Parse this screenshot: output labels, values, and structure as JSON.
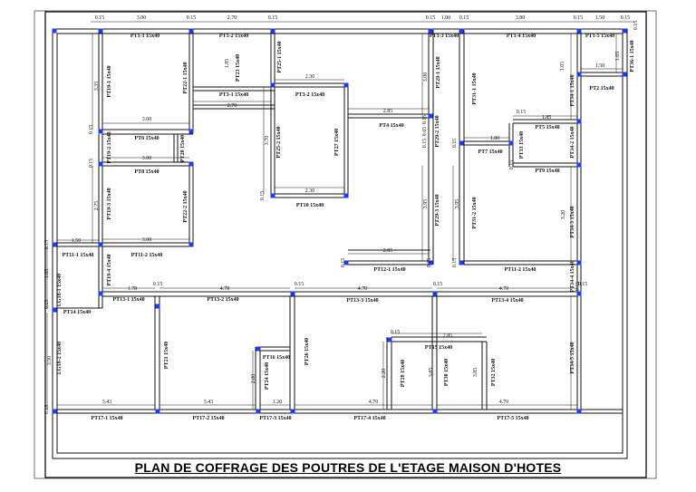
{
  "title": "PLAN DE COFFRAGE DES POUTRES DE L'ETAGE MAISON D'HOTES",
  "colors": {
    "line": "#111111",
    "column": "#1a3cff",
    "background": "#ffffff"
  },
  "beams_h": [
    {
      "id": "pt1-1",
      "text": "PT1-1 15x40"
    },
    {
      "id": "pt1-2",
      "text": "PT1-2 15x40"
    },
    {
      "id": "pt1-3",
      "text": "PT1-3 15x40"
    },
    {
      "id": "pt1-4",
      "text": "PT1-4 15x40"
    },
    {
      "id": "pt1-5",
      "text": "PT1-5 15x40"
    },
    {
      "id": "pt2",
      "text": "PT2 15x40"
    },
    {
      "id": "pt3-1",
      "text": "PT3-1 15x40"
    },
    {
      "id": "pt3-2",
      "text": "PT3-2 15x40"
    },
    {
      "id": "pt4",
      "text": "PT4 15x40"
    },
    {
      "id": "pt5",
      "text": "PT5 15x40"
    },
    {
      "id": "pt6",
      "text": "PT6 15x40"
    },
    {
      "id": "pt7",
      "text": "PT7 15x40"
    },
    {
      "id": "pt8",
      "text": "PT8 15x40"
    },
    {
      "id": "pt9",
      "text": "PT9 15x40"
    },
    {
      "id": "pt10",
      "text": "PT10 15x40"
    },
    {
      "id": "pt11-1",
      "text": "PT11-1 15x40"
    },
    {
      "id": "pt11-2a",
      "text": "PT11-2 15x40"
    },
    {
      "id": "pt12-1",
      "text": "PT12-1 15x40"
    },
    {
      "id": "pt11-2b",
      "text": "PT11-2 15x40"
    },
    {
      "id": "pt14",
      "text": "PT14 15x40"
    },
    {
      "id": "pt13-1",
      "text": "PT13-1 15x40"
    },
    {
      "id": "pt13-2",
      "text": "PT13-2 15x40"
    },
    {
      "id": "pt13-3",
      "text": "PT13-3 15x40"
    },
    {
      "id": "pt13-4",
      "text": "PT13-4 15x40"
    },
    {
      "id": "pt15",
      "text": "PT15 15x40"
    },
    {
      "id": "pt16",
      "text": "PT16 15x40"
    },
    {
      "id": "pt17-1",
      "text": "PT17-1 15x40"
    },
    {
      "id": "pt17-2",
      "text": "PT17-2 15x40"
    },
    {
      "id": "pt17-3",
      "text": "PT17-3 15x40"
    },
    {
      "id": "pt17-4",
      "text": "PT17-4 15x40"
    },
    {
      "id": "pt17-5",
      "text": "PT17-5 15x40"
    }
  ],
  "beams_v": [
    {
      "id": "pt19-1",
      "text": "PT19-1 15x40"
    },
    {
      "id": "pt22-1",
      "text": "PT22-1 15x40"
    },
    {
      "id": "pt23",
      "text": "PT23 15x40"
    },
    {
      "id": "pt25-1",
      "text": "PT25-1 15x40"
    },
    {
      "id": "pt25-2",
      "text": "PT25-2 15x40"
    },
    {
      "id": "pt27",
      "text": "PT27 15x40"
    },
    {
      "id": "pt29-1",
      "text": "PT29-1 15x40"
    },
    {
      "id": "pt29-2",
      "text": "PT29-2 15x40"
    },
    {
      "id": "pt29-3",
      "text": "PT29-3 15x40"
    },
    {
      "id": "pt31-1",
      "text": "PT31-1 15x40"
    },
    {
      "id": "pt31-2",
      "text": "PT31-2 15x40"
    },
    {
      "id": "pt33",
      "text": "PT33 15x40"
    },
    {
      "id": "pt34-1",
      "text": "PT34-1 15x40"
    },
    {
      "id": "pt34-2",
      "text": "PT34-2 15x40"
    },
    {
      "id": "pt34-3",
      "text": "PT34-3 15x40"
    },
    {
      "id": "pt34-4",
      "text": "PT34-4 15x40"
    },
    {
      "id": "pt34-5",
      "text": "PT34-5 15x40"
    },
    {
      "id": "pt36-1",
      "text": "PT36-1 15x40"
    },
    {
      "id": "pt19-2",
      "text": "PT19-2 15x40"
    },
    {
      "id": "pt19-3",
      "text": "PT19-3 15x40"
    },
    {
      "id": "pt19-4",
      "text": "PT19-4 15x40"
    },
    {
      "id": "pt20",
      "text": "PT20 15x40"
    },
    {
      "id": "pt22-2",
      "text": "PT22-2 15x40"
    },
    {
      "id": "lg18-1",
      "text": "LG18-1 15x40"
    },
    {
      "id": "lg18-2",
      "text": "LG18-2 15x40"
    },
    {
      "id": "pt21",
      "text": "PT21 15x40"
    },
    {
      "id": "pt24",
      "text": "PT24 15x40"
    },
    {
      "id": "pt26",
      "text": "PT26 15x40"
    },
    {
      "id": "pt28",
      "text": "PT28 15x40"
    },
    {
      "id": "pt30",
      "text": "PT30 15x40"
    },
    {
      "id": "pt32",
      "text": "PT32 15x40"
    }
  ],
  "dims_h": [
    {
      "id": "d1",
      "text": "0.15"
    },
    {
      "id": "d2",
      "text": "3.00"
    },
    {
      "id": "d3",
      "text": "0.15"
    },
    {
      "id": "d4",
      "text": "2.70"
    },
    {
      "id": "d5",
      "text": "0.15"
    },
    {
      "id": "d6",
      "text": "0.15"
    },
    {
      "id": "d7",
      "text": "1.00"
    },
    {
      "id": "d8",
      "text": "0.15"
    },
    {
      "id": "d9",
      "text": "3.80"
    },
    {
      "id": "d10",
      "text": "0.15"
    },
    {
      "id": "d11",
      "text": "1.50"
    },
    {
      "id": "d12",
      "text": "0.15"
    },
    {
      "id": "d13",
      "text": "2.30"
    },
    {
      "id": "d14",
      "text": "2.70"
    },
    {
      "id": "d15",
      "text": "3.00"
    },
    {
      "id": "d16",
      "text": "2.85"
    },
    {
      "id": "d17",
      "text": "1.50"
    },
    {
      "id": "d18",
      "text": "0.15"
    },
    {
      "id": "d19",
      "text": "1.85"
    },
    {
      "id": "d20",
      "text": "1.80"
    },
    {
      "id": "d21",
      "text": "3.00"
    },
    {
      "id": "d22",
      "text": "2.30"
    },
    {
      "id": "d23",
      "text": "1.50"
    },
    {
      "id": "d24",
      "text": "3.00"
    },
    {
      "id": "d25",
      "text": "2.85"
    },
    {
      "id": "d26",
      "text": "1.78"
    },
    {
      "id": "d27",
      "text": "0.15"
    },
    {
      "id": "d28",
      "text": "4.78"
    },
    {
      "id": "d29",
      "text": "0.15"
    },
    {
      "id": "d30",
      "text": "4.70"
    },
    {
      "id": "d31",
      "text": "0.15"
    },
    {
      "id": "d32",
      "text": "4.70"
    },
    {
      "id": "d33",
      "text": "0.15"
    },
    {
      "id": "d34",
      "text": "0.15"
    },
    {
      "id": "d35",
      "text": "2.85"
    },
    {
      "id": "d36",
      "text": "3.43"
    },
    {
      "id": "d37",
      "text": "3.43"
    },
    {
      "id": "d38",
      "text": "1.20"
    },
    {
      "id": "d39",
      "text": "4.70"
    },
    {
      "id": "d40",
      "text": "4.70"
    }
  ],
  "dims_v": [
    {
      "id": "v1",
      "text": "3.35"
    },
    {
      "id": "v2",
      "text": "1.85"
    },
    {
      "id": "v3",
      "text": "3.00"
    },
    {
      "id": "v4",
      "text": "3.70"
    },
    {
      "id": "v5",
      "text": "1.05"
    },
    {
      "id": "v6",
      "text": "1.65"
    },
    {
      "id": "v7",
      "text": "0.15"
    },
    {
      "id": "v8",
      "text": "0.15"
    },
    {
      "id": "v9",
      "text": "0.15"
    },
    {
      "id": "v10",
      "text": "0.15"
    },
    {
      "id": "v11",
      "text": "0.15"
    },
    {
      "id": "v12",
      "text": "0.15"
    },
    {
      "id": "v13",
      "text": "2.75"
    },
    {
      "id": "v14",
      "text": "3.95"
    },
    {
      "id": "v15",
      "text": "3.95"
    },
    {
      "id": "v16",
      "text": "3.20"
    },
    {
      "id": "v17",
      "text": "0.15"
    },
    {
      "id": "v18",
      "text": "0.15"
    },
    {
      "id": "v19",
      "text": "0.15"
    },
    {
      "id": "v20",
      "text": "0.15"
    },
    {
      "id": "v21",
      "text": "0.15"
    },
    {
      "id": "v22",
      "text": "0.15"
    },
    {
      "id": "v23",
      "text": "1.85"
    },
    {
      "id": "v24",
      "text": "3.50"
    },
    {
      "id": "v25",
      "text": "2.00"
    },
    {
      "id": "v26",
      "text": "2.20"
    },
    {
      "id": "v27",
      "text": "3.85"
    },
    {
      "id": "v28",
      "text": "3.85"
    },
    {
      "id": "v29",
      "text": "0.15"
    },
    {
      "id": "v30",
      "text": "0.65"
    },
    {
      "id": "v31",
      "text": "0.15"
    },
    {
      "id": "v32",
      "text": "0.15"
    }
  ]
}
